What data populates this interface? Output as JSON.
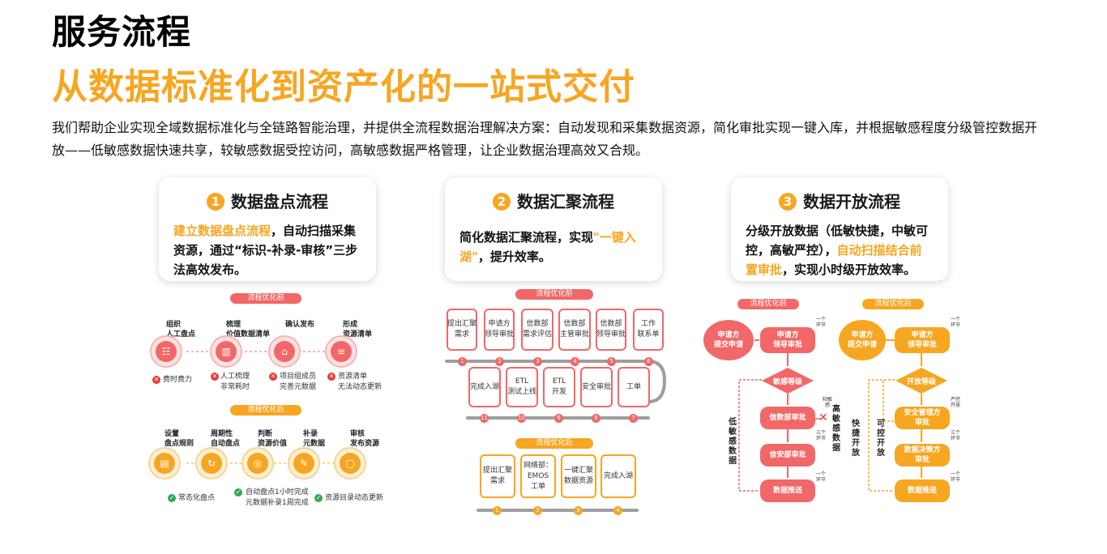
{
  "header": {
    "title": "服务流程",
    "subtitle": "从数据标准化到资产化的一站式交付",
    "description": "我们帮助企业实现全域数据标准化与全链路智能治理，并提供全流程数据治理解决方案：自动发现和采集数据资源，简化审批实现一键入库，并根据敏感程度分级管控数据开放——低敏感数据快速共享，较敏感数据受控访问，高敏感数据严格管理，让企业数据治理高效又合规。"
  },
  "colors": {
    "accent": "#f7a621",
    "red": "#f26767",
    "text": "#111111"
  },
  "cards": [
    {
      "num": "1",
      "title": "数据盘点流程",
      "hl": "建立数据盘点流程",
      "body": "，自动扫描采集资源，通过“标识-补录-审核”三步法高效发布。"
    },
    {
      "num": "2",
      "title": "数据汇聚流程",
      "pre": "简化数据汇聚流程，实现",
      "hl": "\"一键入湖\"",
      "body": "，提升效率。"
    },
    {
      "num": "3",
      "title": "数据开放流程",
      "pre": "分级开放数据（低敏快捷，中敏可控，高敏严控），",
      "hl": "自动扫描结合前置审批",
      "body": "，实现小时级开放效率。"
    }
  ],
  "p1": {
    "before_tag": "流程优化前",
    "after_tag": "流程优化后",
    "before_steps": [
      {
        "label": "组织\n人工盘点",
        "icon": "team-icon",
        "con": "费时费力"
      },
      {
        "label": "梳理\n价值数据清单",
        "icon": "chart-icon",
        "con": "人工梳理\n非常耗时"
      },
      {
        "label": "确认发布",
        "icon": "publish-icon",
        "con": "项目组成员\n完善元数据"
      },
      {
        "label": "形成\n资源清单",
        "icon": "list-icon",
        "con": "资源清单\n无法动态更新"
      }
    ],
    "after_steps": [
      {
        "label": "设置\n盘点规则",
        "icon": "rule-icon"
      },
      {
        "label": "周期性\n自动盘点",
        "icon": "cycle-icon"
      },
      {
        "label": "判断\n资源价值",
        "icon": "value-icon"
      },
      {
        "label": "补录\n元数据",
        "icon": "edit-icon"
      },
      {
        "label": "审核\n发布资源",
        "icon": "doc-icon"
      }
    ],
    "pros": [
      "常态化盘点",
      "自动盘点1小时完成\n元数据补录1周完成",
      "资源目录动态更新"
    ]
  },
  "p2": {
    "before_tag": "流程优化前",
    "after_tag": "流程优化后",
    "row1": [
      "提出汇聚\n需求",
      "申请方\n领导审批",
      "信数部\n需求评估",
      "信数部\n主管审批",
      "信数部\n领导审批",
      "工作\n联系单"
    ],
    "row2": [
      "完成入湖",
      "ETL\n测试上线",
      "ETL\n开发",
      "安全审批",
      "工单"
    ],
    "row1_nums": [
      "1",
      "2",
      "3",
      "4",
      "5",
      "6"
    ],
    "row2_nums": [
      "11",
      "10",
      "9",
      "8",
      "7"
    ],
    "after": [
      "提出汇聚\n需求",
      "网络部：\nEMOS\n工单",
      "一键汇聚\n数据资源",
      "完成入湖"
    ],
    "after_nums": [
      "1",
      "2",
      "3",
      "4"
    ]
  },
  "p3": {
    "before_tag": "流程优化前",
    "after_tag": "流程优化后",
    "left": {
      "start": "申请方\n提交申请",
      "approve": "申请方\n领导审批",
      "sens": "敏感等级",
      "d1": "信数部审批",
      "d2": "信安部审批",
      "push": "数据推送",
      "low": "低敏感数据",
      "high": "高敏感数据",
      "notes": [
        "一个环节",
        "较敏感",
        "三个环节",
        "一个环节"
      ]
    },
    "right": {
      "start": "申请方\n提交申请",
      "approve": "申请方\n领导审批",
      "level": "开放等级",
      "sec": "安全管理方\n审批",
      "dec": "数据决策方\n审批",
      "push": "数据推送",
      "fast": "快捷开放",
      "ctrl": "可控开放",
      "notes": [
        "一个环节",
        "严控开放",
        "三个环节",
        "一个环节"
      ]
    }
  }
}
